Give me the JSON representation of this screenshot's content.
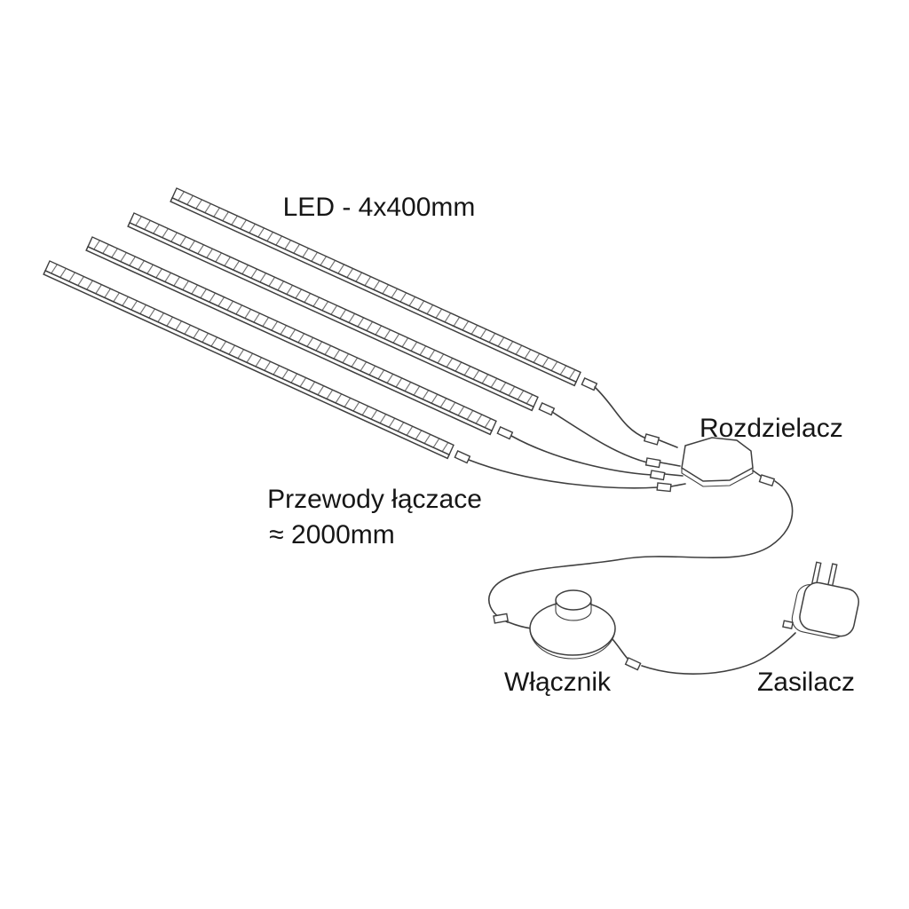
{
  "diagram": {
    "background": "#ffffff",
    "line_color": "#3f3f3f",
    "text_color": "#161616",
    "labels": {
      "led_strips": "LED - 4x400mm",
      "cables_line1": "Przewody łączace",
      "cables_line2": "≈ 2000mm",
      "distributor": "Rozdzielacz",
      "switch": "Włącznik",
      "power_supply": "Zasilacz"
    },
    "components": {
      "led_strip_count": 4
    }
  }
}
